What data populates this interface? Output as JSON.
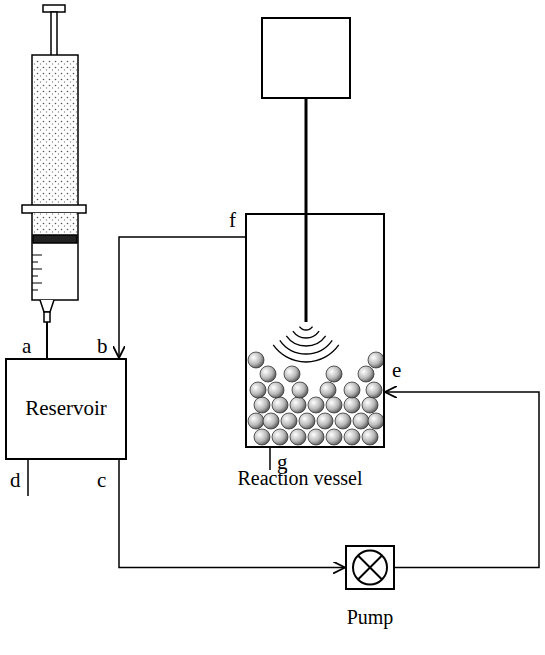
{
  "diagram": {
    "nodes": [
      {
        "text": [
          "Reservoir"
        ]
      },
      {
        "text": [
          "Reaction vessel"
        ]
      },
      {
        "text": [
          "Pump"
        ]
      }
    ],
    "edges": [
      {
        "from": 1,
        "to": 0,
        "arrow": "to"
      },
      {
        "from": 0,
        "to": 2,
        "arrow": "to"
      },
      {
        "from": 2,
        "to": 1,
        "arrow": "to"
      }
    ],
    "labels": [
      "a",
      "b",
      "c",
      "d",
      "e",
      "f",
      "g"
    ]
  }
}
